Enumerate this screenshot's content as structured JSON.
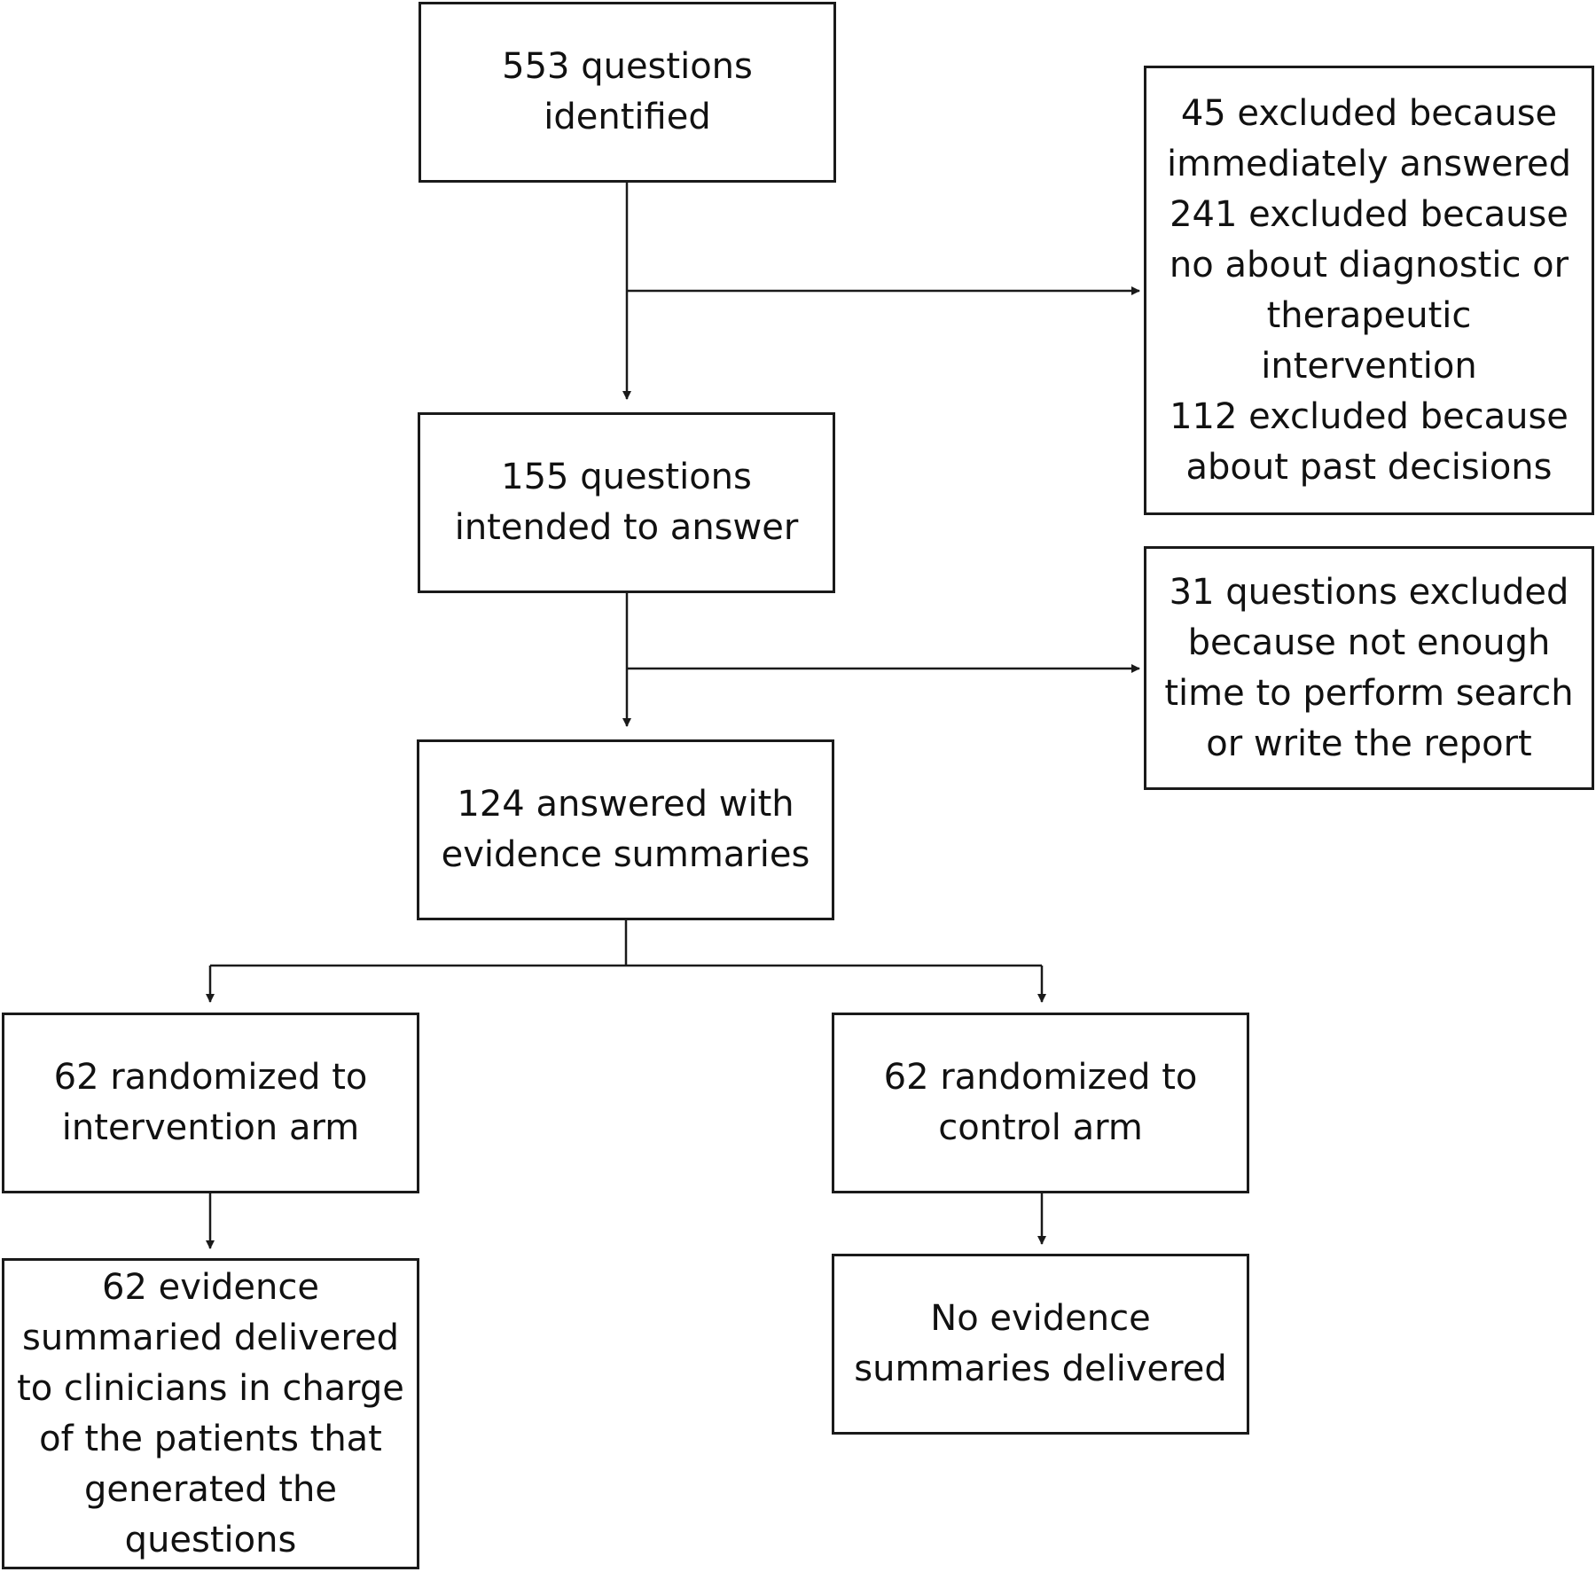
{
  "flowchart": {
    "identified": {
      "lines": [
        "553 questions",
        "identified"
      ]
    },
    "excluded_first": {
      "lines": [
        "45 excluded because",
        "immediately answered",
        "241 excluded because",
        "no about diagnostic or",
        "therapeutic",
        "intervention",
        "112 excluded because",
        "about past decisions"
      ]
    },
    "intended": {
      "lines": [
        "155 questions",
        "intended to answer"
      ]
    },
    "excluded_second": {
      "lines": [
        "31 questions excluded",
        "because not enough",
        "time to perform search",
        "or write the report"
      ]
    },
    "answered": {
      "lines": [
        "124 answered with",
        "evidence summaries"
      ]
    },
    "intervention_arm": {
      "lines": [
        "62 randomized to",
        "intervention arm"
      ]
    },
    "control_arm": {
      "lines": [
        "62 randomized to",
        "control arm"
      ]
    },
    "intervention_outcome": {
      "lines": [
        "62 evidence",
        "summaried delivered",
        "to clinicians in charge",
        "of the patients that",
        "generated the",
        "questions"
      ]
    },
    "control_outcome": {
      "lines": [
        "No evidence",
        "summaries delivered"
      ]
    }
  }
}
